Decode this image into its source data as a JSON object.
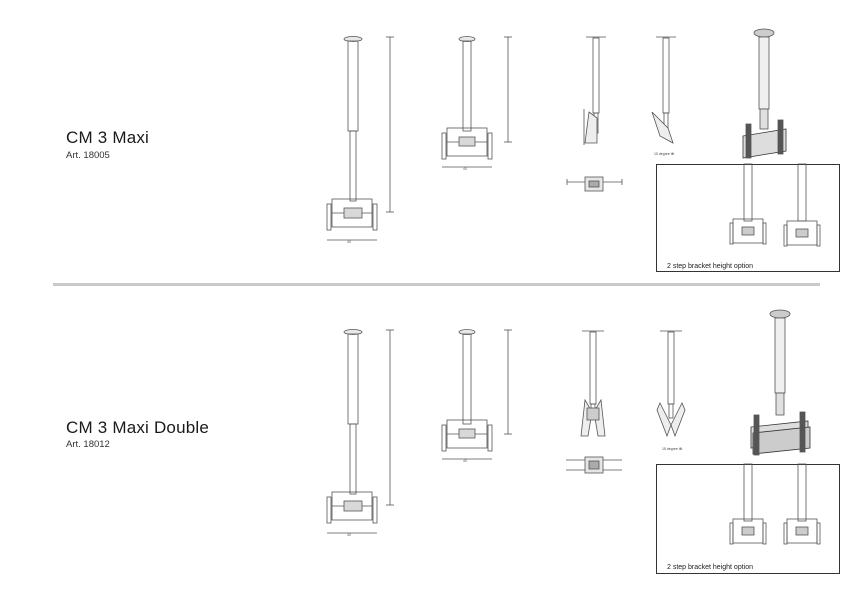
{
  "products": [
    {
      "title": "CM 3 Maxi",
      "art": "Art. 18005",
      "inset_caption": "2 step bracket height option",
      "angle_note": "15 degree tilt"
    },
    {
      "title": "CM 3 Maxi Double",
      "art": "Art. 18012",
      "inset_caption": "2 step bracket height option",
      "angle_note": "15 degree tilt"
    }
  ],
  "colors": {
    "line": "#555555",
    "divider": "#c9c9c9",
    "inset_border": "#333333"
  }
}
